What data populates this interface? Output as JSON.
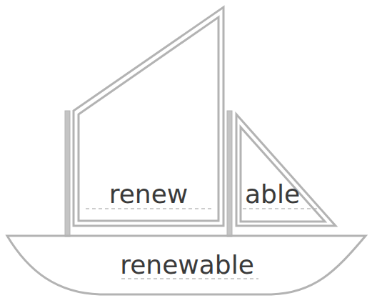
{
  "diagram": {
    "nodes": [
      {
        "text": [
          "renew"
        ]
      },
      {
        "text": [
          "able"
        ]
      },
      {
        "text": [
          "renewable"
        ]
      }
    ]
  }
}
